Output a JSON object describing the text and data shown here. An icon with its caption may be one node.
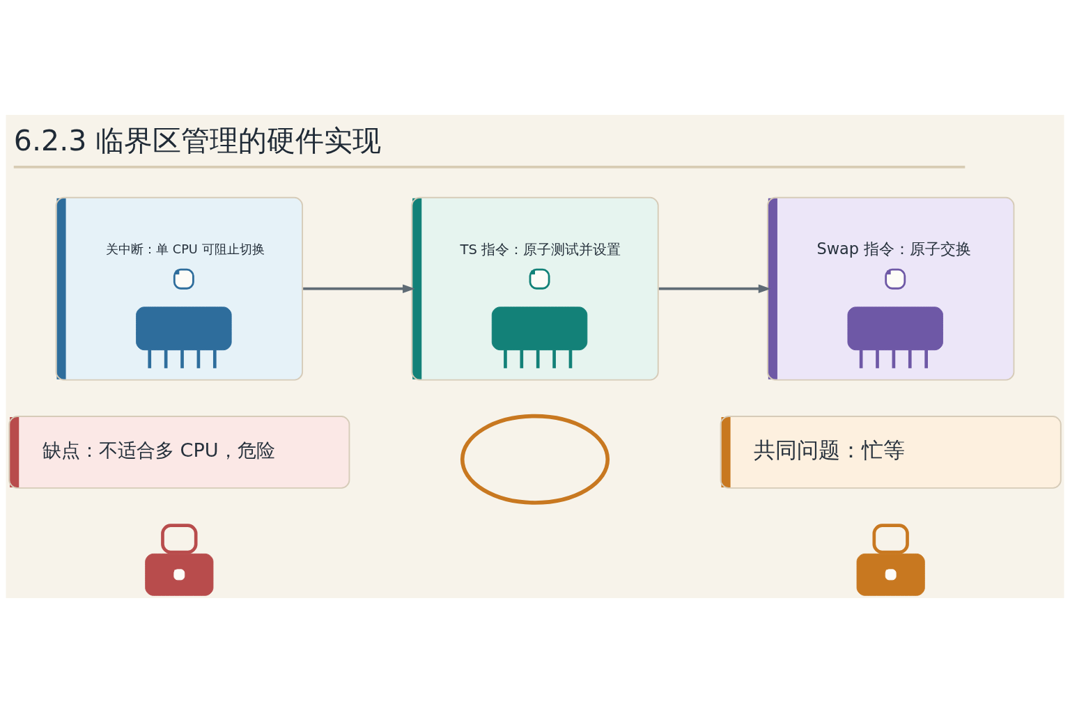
{
  "diagram": {
    "title": "6.2.3 临界区管理的硬件实现",
    "nodes": [
      {
        "text": [
          "关中断：单 CPU 可阻止切换"
        ]
      },
      {
        "text": [
          "TS 指令：原子测试并设置"
        ]
      },
      {
        "text": [
          "Swap 指令：原子交换"
        ]
      },
      {
        "text": [
          "缺点：不适合多 CPU，危险"
        ]
      },
      {
        "text": [
          "共同问题：忙等"
        ]
      },
      {
        "text": [],
        "shape": "picture"
      },
      {
        "text": [],
        "shape": "circle"
      },
      {
        "text": [],
        "shape": "picture"
      }
    ],
    "edges": [
      {
        "from": 0,
        "to": 1,
        "arrow": "to"
      },
      {
        "from": 1,
        "to": 2,
        "arrow": "to"
      }
    ]
  }
}
